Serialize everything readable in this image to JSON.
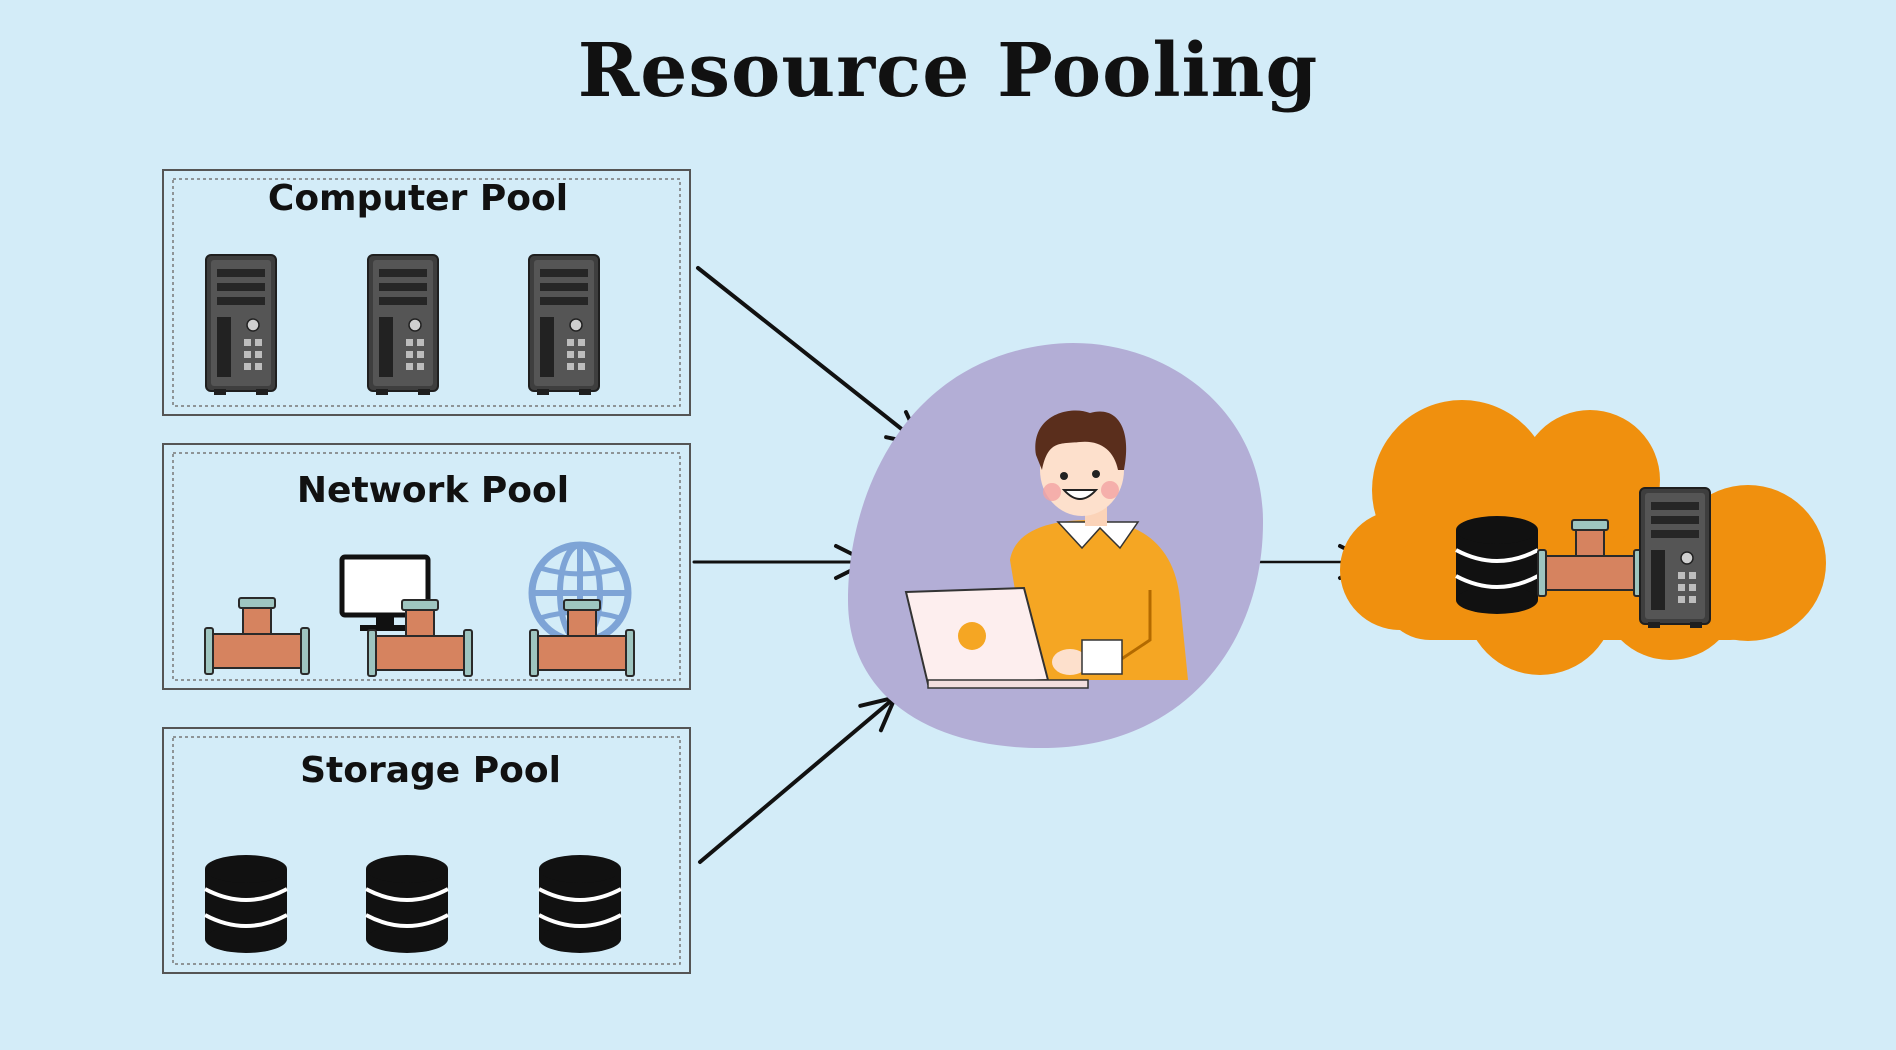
{
  "title": "Resource Pooling",
  "pools": [
    {
      "label": "Computer Pool",
      "items": [
        "server-tower-icon",
        "server-tower-icon",
        "server-tower-icon"
      ]
    },
    {
      "label": "Network Pool",
      "items": [
        "pipe-tee-icon",
        "monitor-pipe-icon",
        "globe-pipe-icon"
      ]
    },
    {
      "label": "Storage Pool",
      "items": [
        "database-icon",
        "database-icon",
        "database-icon"
      ]
    }
  ],
  "center": {
    "icon": "person-with-laptop-icon"
  },
  "cloud": {
    "icon": "cloud-icon",
    "items": [
      "database-icon",
      "pipe-tee-icon",
      "server-tower-icon"
    ]
  },
  "colors": {
    "background": "#d3ecf8",
    "blob": "#b3aed6",
    "cloud": "#f0900e",
    "sweater": "#f5a623",
    "pipe": "#d6835f",
    "server": "#4a4a4a"
  }
}
